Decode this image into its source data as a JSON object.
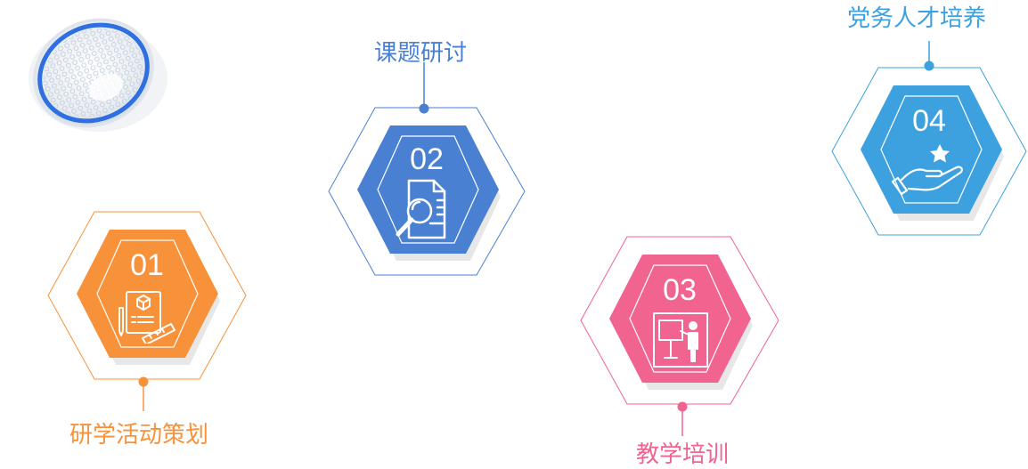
{
  "colors": {
    "orange": "#F7923A",
    "blue": "#4A80D1",
    "pink": "#F0648F",
    "sky": "#3EA1DF"
  },
  "items": [
    {
      "number": "01",
      "label": "研学活动策划",
      "icon": "blueprint-ruler-icon",
      "color": "#F7923A"
    },
    {
      "number": "02",
      "label": "课题研讨",
      "icon": "document-magnifier-icon",
      "color": "#4A80D1"
    },
    {
      "number": "03",
      "label": "教学培训",
      "icon": "teacher-board-icon",
      "color": "#F0648F"
    },
    {
      "number": "04",
      "label": "党务人才培养",
      "icon": "hand-star-icon",
      "color": "#3EA1DF"
    }
  ],
  "logo_icon": "glass-lens-icon"
}
